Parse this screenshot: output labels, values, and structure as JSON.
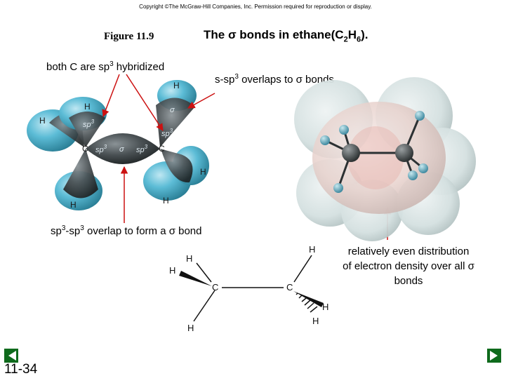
{
  "copyright": "Copyright ©The McGraw-Hill Companies, Inc.  Permission required for reproduction or display.",
  "figure": {
    "number": "Figure 11.9",
    "title_prefix": "The σ bonds in ethane(C",
    "title_sub1": "2",
    "title_mid": "H",
    "title_sub2": "6",
    "title_suffix": ")."
  },
  "annotations": {
    "hybridized_pre": "both C are sp",
    "hybridized_sup": "3",
    "hybridized_post": " hybridized",
    "s_sp3_pre": "s-sp",
    "s_sp3_sup": "3",
    "s_sp3_post": " overlaps to σ bonds",
    "sp3sp3_pre": "sp",
    "sp3sp3_sup1": "3",
    "sp3sp3_mid": "-sp",
    "sp3sp3_sup2": "3",
    "sp3sp3_post": " overlap to form a σ bond",
    "even_distribution": "relatively even distribution of electron density over all σ bonds"
  },
  "orbital_model": {
    "hydrogen": "H",
    "carbon": "C",
    "sp3": "sp",
    "sp3_sup": "3",
    "sigma": "σ"
  },
  "structure": {
    "h": "H",
    "c": "C"
  },
  "footer": {
    "slide_number": "11-34",
    "prev_icon": "prev-arrow-icon",
    "next_icon": "next-arrow-icon"
  },
  "colors": {
    "arrow_red": "#cc1111",
    "orbital_blue": "#4fb3cf",
    "orbital_dark": "#3a3f42",
    "nav_green": "#0e6a1c",
    "density_pink": "#e9c8c2"
  }
}
